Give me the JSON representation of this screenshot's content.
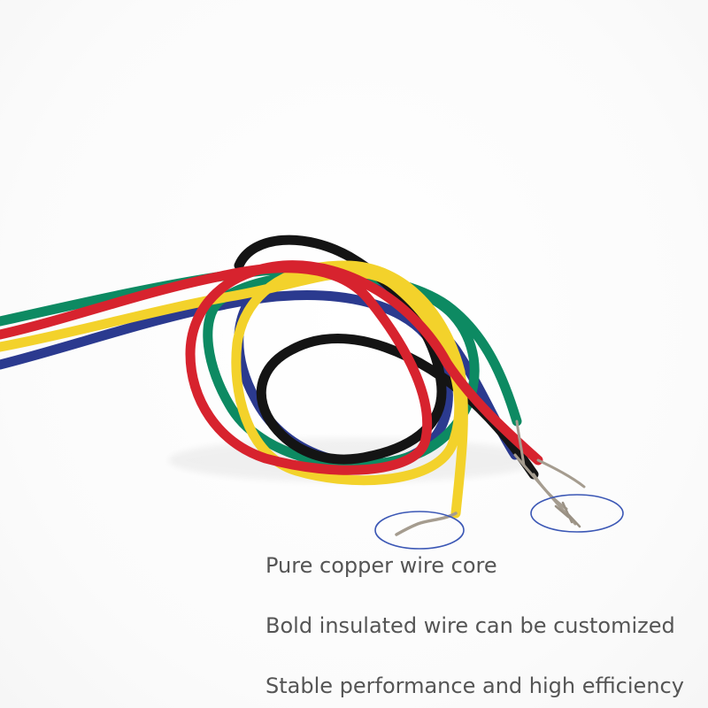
{
  "captions": {
    "line1": "Pure copper wire core",
    "line2": "Bold insulated wire can be customized",
    "line3": "Stable performance and high efficiency"
  },
  "colors": {
    "wire_red": "#d7232e",
    "wire_green": "#0d8a62",
    "wire_yellow": "#f3d22b",
    "wire_blue": "#2b3a8f",
    "wire_black": "#141414",
    "copper_core": "#a59c8f",
    "highlight_circle": "#3b57b5",
    "caption_text": "#555555"
  },
  "icons": {
    "left_highlight": "circle-highlight-icon",
    "right_highlight": "circle-highlight-icon"
  }
}
